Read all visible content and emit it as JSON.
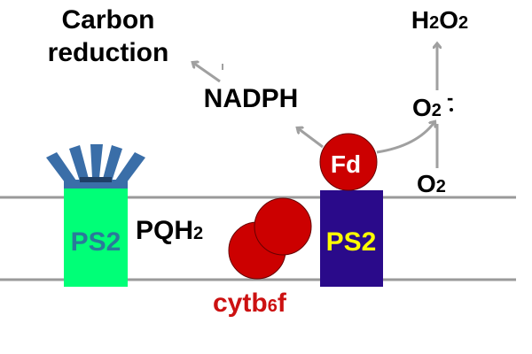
{
  "labels": {
    "carbon_line1": "Carbon",
    "carbon_line2": "reduction",
    "nadph": "NADPH",
    "h2o2_h": "H",
    "h2o2_sub1": "2",
    "h2o2_o": "O",
    "h2o2_sub2": "2",
    "superoxide_o": "O",
    "superoxide_sub": "2",
    "superoxide_charge": "-",
    "o2_o": "O",
    "o2_sub": "2",
    "pqh2_main": "PQH",
    "pqh2_sub": "2",
    "ps2_left": "PS2",
    "ps2_right": "PS2",
    "fd": "Fd",
    "cyt_prefix": "cytb",
    "cyt_sub": "6",
    "cyt_suffix": "f"
  },
  "colors": {
    "membrane_line": "#9a9a9a",
    "arrow": "#a0a0a0",
    "antenna": "#3a6ea8",
    "ps2_left_fill": "#00ff77",
    "ps2_left_text": "#2a7a9a",
    "ps2_right_fill": "#2a0a8a",
    "ps2_right_text": "#ffff00",
    "red_protein": "#cc0000",
    "cyt_text": "#cc1111",
    "fd_text": "#ffffff"
  }
}
